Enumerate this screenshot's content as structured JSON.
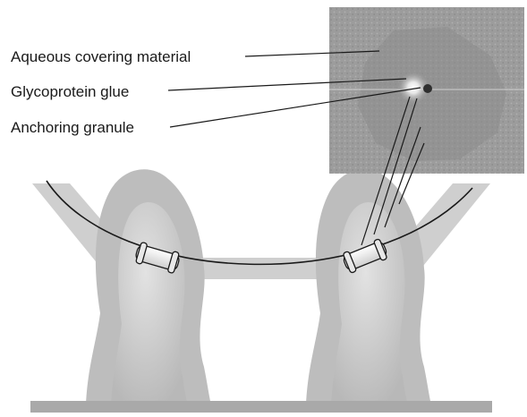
{
  "labels": {
    "covering": "Aqueous covering material",
    "glue": "Glycoprotein glue",
    "granule": "Anchoring granule"
  },
  "colors": {
    "background": "#ffffff",
    "support_beam": "#cfcfcf",
    "support_edge": "#8a8a8a",
    "peg_outer": "#bdbdbd",
    "peg_inner": "#d8d8d8",
    "peg_highlight": "#e6e6e6",
    "base_plate": "#a9a9a9",
    "micrograph_bg": "#9c9c9c",
    "micrograph_halo": "#8d8d8d",
    "thread": "#1a1a1a",
    "leader": "#1a1a1a"
  },
  "icons": {
    "granule_left": "anchoring-granule-capsule-icon",
    "granule_right": "anchoring-granule-capsule-icon"
  }
}
